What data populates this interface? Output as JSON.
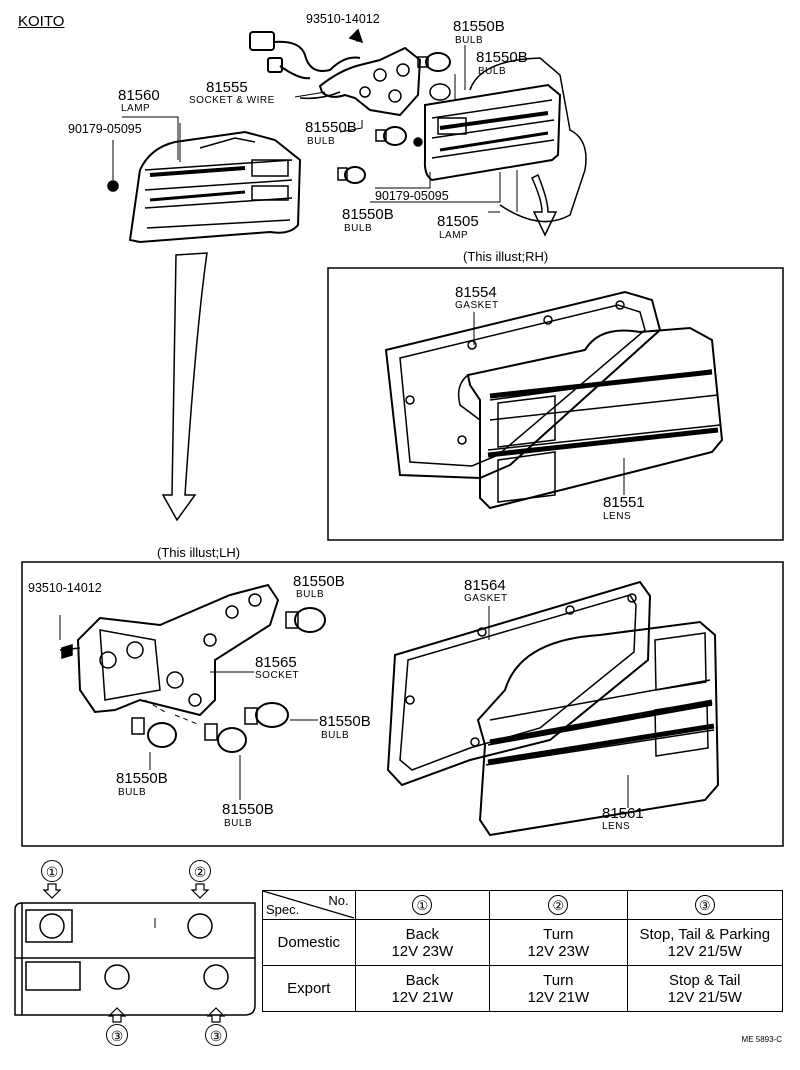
{
  "brand": "KOITO",
  "callouts": {
    "p93510_top": "93510-14012",
    "p81550b_1": "81550B",
    "p81550b_2": "81550B",
    "p81555": "81555",
    "p81560": "81560",
    "p90179_left": "90179-05095",
    "p81550b_3": "81550B",
    "p90179_right": "90179-05095",
    "p81550b_4": "81550B",
    "p81505": "81505",
    "p81554": "81554",
    "p81551": "81551",
    "p93510_lh": "93510-14012",
    "p81550b_5": "81550B",
    "p81565": "81565",
    "p81550b_6": "81550B",
    "p81550b_7": "81550B",
    "p81550b_8": "81550B",
    "p81564": "81564",
    "p81561": "81561"
  },
  "sublabels": {
    "bulb": "BULB",
    "socket_wire": "SOCKET & WIRE",
    "lamp": "LAMP",
    "gasket": "GASKET",
    "lens": "LENS",
    "socket": "SOCKET"
  },
  "captions": {
    "rh": "(This illust;RH)",
    "lh": "(This illust;LH)"
  },
  "position_marks": {
    "one": "①",
    "two": "②",
    "three": "③"
  },
  "spec_table": {
    "header_no": "No.",
    "header_spec": "Spec.",
    "columns": [
      "①",
      "②",
      "③"
    ],
    "rows": [
      {
        "spec": "Domestic",
        "cells": [
          [
            "Back",
            "12V 23W"
          ],
          [
            "Turn",
            "12V 23W"
          ],
          [
            "Stop, Tail & Parking",
            "12V 21/5W"
          ]
        ]
      },
      {
        "spec": "Export",
        "cells": [
          [
            "Back",
            "12V 21W"
          ],
          [
            "Turn",
            "12V 21W"
          ],
          [
            "Stop & Tail",
            "12V 21/5W"
          ]
        ]
      }
    ]
  },
  "code": "ME 5893-C"
}
